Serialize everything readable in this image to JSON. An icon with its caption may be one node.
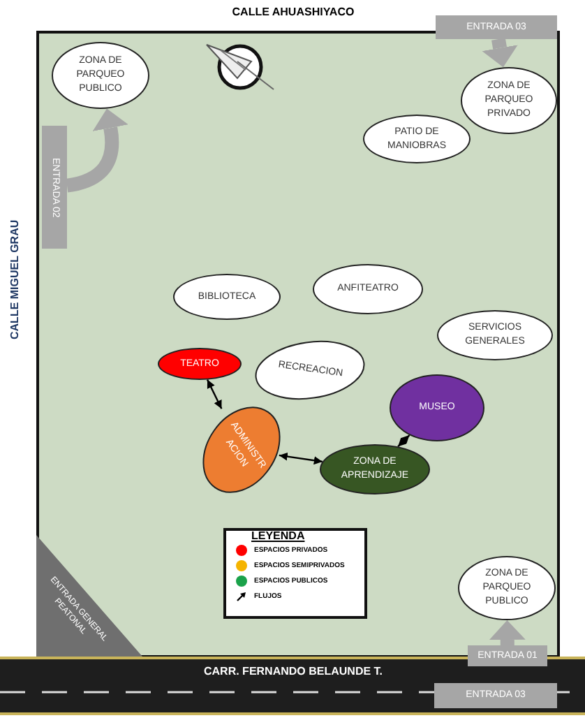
{
  "diagram": {
    "nodes": [
      {
        "text": [
          "ENTRADA 03"
        ]
      },
      {
        "text": [
          "ZONA DE PARQUEO PRIVADO"
        ]
      },
      {
        "text": [
          "ZONA DE PARQUEO PUBLICO"
        ]
      },
      {
        "text": [
          "ENTRADA 02"
        ]
      },
      {
        "text": [
          "PATIO DE MANIOBRAS"
        ]
      },
      {
        "text": [
          "BIBLIOTECA"
        ]
      },
      {
        "text": [
          "ANFITEATRO"
        ]
      },
      {
        "text": [
          "SERVICIOS GENERALES"
        ]
      },
      {
        "text": [
          "TEATRO"
        ]
      },
      {
        "text": [
          "RECREACION"
        ]
      },
      {
        "text": [
          "MUSEO"
        ]
      },
      {
        "text": [
          "ADMINISTR ACION"
        ]
      },
      {
        "text": [
          "ZONA DE APRENDIZAJE"
        ]
      },
      {
        "text": [
          "ZONA DE PARQUEO PUBLICO"
        ]
      },
      {
        "text": [
          "ENTRADA GENERAL PEATONAL"
        ]
      },
      {
        "text": [
          "ENTRADA 01"
        ]
      },
      {
        "text": [
          "ENTRADA 03"
        ]
      }
    ],
    "edges": [
      {
        "from": 0,
        "to": 1,
        "arrow": "to",
        "style": "thick",
        "color": "#a6a6a6"
      },
      {
        "from": 3,
        "to": 2,
        "arrow": "to",
        "style": "thick",
        "color": "#a6a6a6"
      },
      {
        "from": 15,
        "to": 13,
        "arrow": "to",
        "style": "thick",
        "color": "#a6a6a6"
      },
      {
        "from": 8,
        "to": 11,
        "arrow": "both",
        "color": "#000000"
      },
      {
        "from": 11,
        "to": 12,
        "arrow": "both",
        "color": "#000000"
      },
      {
        "from": 10,
        "to": 12,
        "arrow": "both",
        "color": "#000000"
      }
    ],
    "labels": [
      "CALLE AHUASHIYACO",
      "CALLE MIGUEL GRAU",
      "LEYENDA",
      "CARR. FERNANDO BELAUNDE T."
    ],
    "legend": [
      {
        "text": "ESPACIOS PRIVADOS",
        "color": "#ff0000"
      },
      {
        "text": "ESPACIOS SEMIPRIVADOS",
        "color": "#f5b400"
      },
      {
        "text": "ESPACIOS PUBLICOS",
        "color": "#1aa24a"
      },
      {
        "text": "FLUJOS"
      }
    ]
  }
}
